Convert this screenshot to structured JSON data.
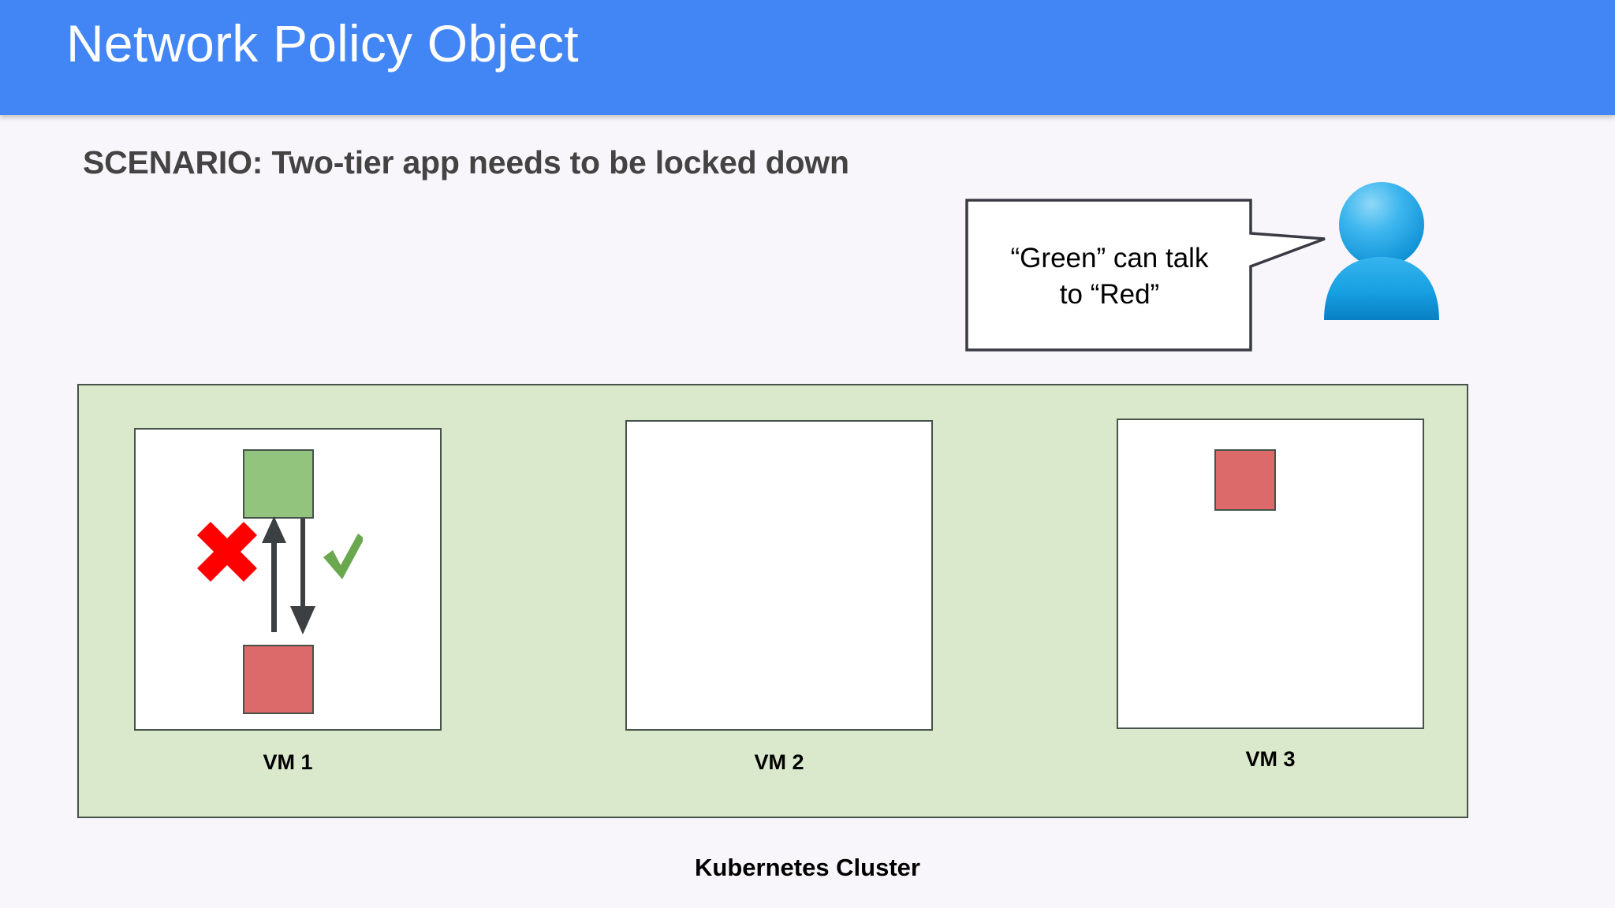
{
  "header": {
    "title": "Network Policy Object",
    "background_color": "#4285f4",
    "title_color": "#ffffff"
  },
  "scenario": {
    "text": "SCENARIO: Two-tier app needs to be locked down",
    "color": "#434343"
  },
  "callout": {
    "speaker_icon": "person-avatar-icon",
    "line1": "“Green” can talk",
    "line2": "to “Red”",
    "full_text": "“Green” can talk to “Red”"
  },
  "cluster": {
    "caption": "Kubernetes Cluster",
    "fill_color": "#dae8cc",
    "border_color": "#46524a",
    "vms": [
      {
        "label": "VM 1",
        "pods": [
          {
            "name": "green-pod",
            "color": "#93c47d",
            "position": "top"
          },
          {
            "name": "red-pod",
            "color": "#dd6a6a",
            "position": "bottom"
          }
        ],
        "annotations": [
          {
            "name": "deny-mark",
            "icon": "red-x-icon",
            "color": "#ff0000",
            "meaning": "blocked"
          },
          {
            "name": "up-arrow",
            "icon": "arrow-up-icon",
            "color": "#3d4043"
          },
          {
            "name": "down-arrow",
            "icon": "arrow-down-icon",
            "color": "#3d4043"
          },
          {
            "name": "allow-mark",
            "icon": "green-check-icon",
            "color": "#6aa84f",
            "meaning": "allowed"
          }
        ]
      },
      {
        "label": "VM 2",
        "pods": [],
        "annotations": []
      },
      {
        "label": "VM 3",
        "pods": [
          {
            "name": "red-pod",
            "color": "#dd6a6a",
            "position": "top-left"
          }
        ],
        "annotations": []
      }
    ]
  },
  "colors": {
    "page_background": "#f8f6fa",
    "accent_blue": "#4285f4",
    "green_pod": "#93c47d",
    "red_pod": "#dd6a6a",
    "cluster_green": "#dae8cc",
    "outline": "#46524a",
    "deny_red": "#ff0000",
    "allow_green": "#6aa84f",
    "avatar_blue": "#29abe2"
  }
}
